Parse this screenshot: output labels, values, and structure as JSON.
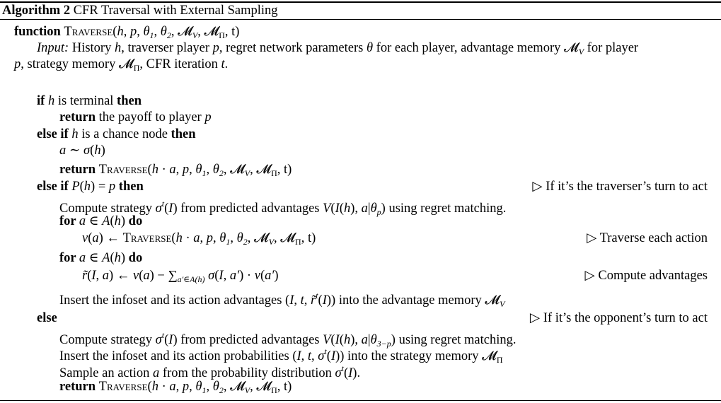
{
  "algorithm": {
    "label": "Algorithm 2",
    "title": "CFR Traversal with External Sampling",
    "lines": [
      {
        "segs": [
          [
            "k",
            "function "
          ],
          [
            "sc",
            "Traverse"
          ],
          [
            "r",
            "("
          ],
          [
            "i",
            "h"
          ],
          [
            "r",
            ", "
          ],
          [
            "i",
            "p"
          ],
          [
            "r",
            ", "
          ],
          [
            "i",
            "θ"
          ],
          [
            "sub",
            "1"
          ],
          [
            "r",
            ", "
          ],
          [
            "i",
            "θ"
          ],
          [
            "sub",
            "2"
          ],
          [
            "r",
            ", 𝓜"
          ],
          [
            "sub",
            "V"
          ],
          [
            "r",
            ", 𝓜"
          ],
          [
            "subr",
            "Π"
          ],
          [
            "r",
            ", t)"
          ]
        ]
      },
      {
        "segs": [
          [
            "i",
            "Input:"
          ],
          [
            "r",
            " History "
          ],
          [
            "i",
            "h"
          ],
          [
            "r",
            ", traverser player "
          ],
          [
            "i",
            "p"
          ],
          [
            "r",
            ", regret network parameters "
          ],
          [
            "i",
            "θ"
          ],
          [
            "r",
            " for each player, advantage memory 𝓜"
          ],
          [
            "sub",
            "V"
          ],
          [
            "r",
            " for player"
          ]
        ]
      },
      {
        "segs": [
          [
            "i",
            "p"
          ],
          [
            "r",
            ", strategy memory 𝓜"
          ],
          [
            "subr",
            "Π"
          ],
          [
            "r",
            ", CFR iteration "
          ],
          [
            "i",
            "t"
          ],
          [
            "r",
            "."
          ]
        ]
      },
      {
        "segs": [
          [
            "k",
            "if "
          ],
          [
            "i",
            "h"
          ],
          [
            "r",
            " is terminal "
          ],
          [
            "k",
            "then"
          ]
        ]
      },
      {
        "segs": [
          [
            "k",
            "return"
          ],
          [
            "r",
            " the payoff to player "
          ],
          [
            "i",
            "p"
          ]
        ]
      },
      {
        "segs": [
          [
            "k",
            "else if "
          ],
          [
            "i",
            "h"
          ],
          [
            "r",
            " is a chance node "
          ],
          [
            "k",
            "then"
          ]
        ]
      },
      {
        "segs": [
          [
            "i",
            "a"
          ],
          [
            "r",
            " ∼ "
          ],
          [
            "i",
            "σ"
          ],
          [
            "r",
            "("
          ],
          [
            "i",
            "h"
          ],
          [
            "r",
            ")"
          ]
        ]
      },
      {
        "segs": [
          [
            "k",
            "return "
          ],
          [
            "sc",
            "Traverse"
          ],
          [
            "r",
            "("
          ],
          [
            "i",
            "h"
          ],
          [
            "r",
            " · "
          ],
          [
            "i",
            "a"
          ],
          [
            "r",
            ", "
          ],
          [
            "i",
            "p"
          ],
          [
            "r",
            ", "
          ],
          [
            "i",
            "θ"
          ],
          [
            "sub",
            "1"
          ],
          [
            "r",
            ", "
          ],
          [
            "i",
            "θ"
          ],
          [
            "sub",
            "2"
          ],
          [
            "r",
            ", 𝓜"
          ],
          [
            "sub",
            "V"
          ],
          [
            "r",
            ", 𝓜"
          ],
          [
            "subr",
            "Π"
          ],
          [
            "r",
            ", t)"
          ]
        ]
      },
      {
        "segs": [
          [
            "k",
            "else if "
          ],
          [
            "i",
            "P"
          ],
          [
            "r",
            "("
          ],
          [
            "i",
            "h"
          ],
          [
            "r",
            ") = "
          ],
          [
            "i",
            "p"
          ],
          [
            "k",
            " then"
          ]
        ],
        "comment": "▷ If it’s the traverser’s turn to act"
      },
      {
        "segs": [
          [
            "r",
            "Compute strategy "
          ],
          [
            "i",
            "σ"
          ],
          [
            "sup",
            "t"
          ],
          [
            "r",
            "("
          ],
          [
            "i",
            "I"
          ],
          [
            "r",
            ") from predicted advantages "
          ],
          [
            "i",
            "V"
          ],
          [
            "r",
            "("
          ],
          [
            "i",
            "I"
          ],
          [
            "r",
            "("
          ],
          [
            "i",
            "h"
          ],
          [
            "r",
            "), "
          ],
          [
            "i",
            "a"
          ],
          [
            "r",
            "|"
          ],
          [
            "i",
            "θ"
          ],
          [
            "sub",
            "p"
          ],
          [
            "r",
            ") using regret matching."
          ]
        ]
      },
      {
        "segs": [
          [
            "k",
            "for "
          ],
          [
            "i",
            "a"
          ],
          [
            "r",
            " ∈ "
          ],
          [
            "i",
            "A"
          ],
          [
            "r",
            "("
          ],
          [
            "i",
            "h"
          ],
          [
            "r",
            ") "
          ],
          [
            "k",
            "do"
          ]
        ]
      },
      {
        "segs": [
          [
            "i",
            "v"
          ],
          [
            "r",
            "("
          ],
          [
            "i",
            "a"
          ],
          [
            "r",
            ") ← "
          ],
          [
            "sc",
            "Traverse"
          ],
          [
            "r",
            "("
          ],
          [
            "i",
            "h"
          ],
          [
            "r",
            " · "
          ],
          [
            "i",
            "a"
          ],
          [
            "r",
            ", "
          ],
          [
            "i",
            "p"
          ],
          [
            "r",
            ", "
          ],
          [
            "i",
            "θ"
          ],
          [
            "sub",
            "1"
          ],
          [
            "r",
            ", "
          ],
          [
            "i",
            "θ"
          ],
          [
            "sub",
            "2"
          ],
          [
            "r",
            ", 𝓜"
          ],
          [
            "sub",
            "V"
          ],
          [
            "r",
            ", 𝓜"
          ],
          [
            "subr",
            "Π"
          ],
          [
            "r",
            ", t)"
          ]
        ],
        "comment": "▷ Traverse each action"
      },
      {
        "segs": [
          [
            "k",
            "for "
          ],
          [
            "i",
            "a"
          ],
          [
            "r",
            " ∈ "
          ],
          [
            "i",
            "A"
          ],
          [
            "r",
            "("
          ],
          [
            "i",
            "h"
          ],
          [
            "r",
            ") "
          ],
          [
            "k",
            "do"
          ]
        ]
      },
      {
        "segs": [
          [
            "i",
            "r̃"
          ],
          [
            "r",
            "("
          ],
          [
            "i",
            "I"
          ],
          [
            "r",
            ", "
          ],
          [
            "i",
            "a"
          ],
          [
            "r",
            ") ← "
          ],
          [
            "i",
            "v"
          ],
          [
            "r",
            "("
          ],
          [
            "i",
            "a"
          ],
          [
            "r",
            ") − ∑"
          ],
          [
            "sub",
            "a′∈A(h)"
          ],
          [
            "r",
            " "
          ],
          [
            "i",
            "σ"
          ],
          [
            "r",
            "("
          ],
          [
            "i",
            "I"
          ],
          [
            "r",
            ", "
          ],
          [
            "i",
            "a′"
          ],
          [
            "r",
            ") · "
          ],
          [
            "i",
            "v"
          ],
          [
            "r",
            "("
          ],
          [
            "i",
            "a′"
          ],
          [
            "r",
            ")"
          ]
        ],
        "comment": "▷ Compute advantages"
      },
      {
        "segs": [
          [
            "r",
            "Insert the infoset and its action advantages ("
          ],
          [
            "i",
            "I"
          ],
          [
            "r",
            ", "
          ],
          [
            "i",
            "t"
          ],
          [
            "r",
            ", "
          ],
          [
            "i",
            "r̃"
          ],
          [
            "sup",
            "t"
          ],
          [
            "r",
            "("
          ],
          [
            "i",
            "I"
          ],
          [
            "r",
            ")) into the advantage memory 𝓜"
          ],
          [
            "sub",
            "V"
          ]
        ]
      },
      {
        "segs": [
          [
            "k",
            "else"
          ]
        ],
        "comment": "▷ If it’s the opponent’s turn to act"
      },
      {
        "segs": [
          [
            "r",
            "Compute strategy "
          ],
          [
            "i",
            "σ"
          ],
          [
            "sup",
            "t"
          ],
          [
            "r",
            "("
          ],
          [
            "i",
            "I"
          ],
          [
            "r",
            ") from predicted advantages "
          ],
          [
            "i",
            "V"
          ],
          [
            "r",
            "("
          ],
          [
            "i",
            "I"
          ],
          [
            "r",
            "("
          ],
          [
            "i",
            "h"
          ],
          [
            "r",
            "), "
          ],
          [
            "i",
            "a"
          ],
          [
            "r",
            "|"
          ],
          [
            "i",
            "θ"
          ],
          [
            "sub",
            "3−p"
          ],
          [
            "r",
            ") using regret matching."
          ]
        ]
      },
      {
        "segs": [
          [
            "r",
            "Insert the infoset and its action probabilities ("
          ],
          [
            "i",
            "I"
          ],
          [
            "r",
            ", "
          ],
          [
            "i",
            "t"
          ],
          [
            "r",
            ", "
          ],
          [
            "i",
            "σ"
          ],
          [
            "sup",
            "t"
          ],
          [
            "r",
            "("
          ],
          [
            "i",
            "I"
          ],
          [
            "r",
            ")) into the strategy memory 𝓜"
          ],
          [
            "subr",
            "Π"
          ]
        ]
      },
      {
        "segs": [
          [
            "r",
            "Sample an action "
          ],
          [
            "i",
            "a"
          ],
          [
            "r",
            " from the probability distribution "
          ],
          [
            "i",
            "σ"
          ],
          [
            "sup",
            "t"
          ],
          [
            "r",
            "("
          ],
          [
            "i",
            "I"
          ],
          [
            "r",
            ")."
          ]
        ]
      },
      {
        "segs": [
          [
            "k",
            "return "
          ],
          [
            "sc",
            "Traverse"
          ],
          [
            "r",
            "("
          ],
          [
            "i",
            "h"
          ],
          [
            "r",
            " · "
          ],
          [
            "i",
            "a"
          ],
          [
            "r",
            ", "
          ],
          [
            "i",
            "p"
          ],
          [
            "r",
            ", "
          ],
          [
            "i",
            "θ"
          ],
          [
            "sub",
            "1"
          ],
          [
            "r",
            ", "
          ],
          [
            "i",
            "θ"
          ],
          [
            "sub",
            "2"
          ],
          [
            "r",
            ", 𝓜"
          ],
          [
            "sub",
            "V"
          ],
          [
            "r",
            ", 𝓜"
          ],
          [
            "subr",
            "Π"
          ],
          [
            "r",
            ", t)"
          ]
        ]
      }
    ]
  }
}
